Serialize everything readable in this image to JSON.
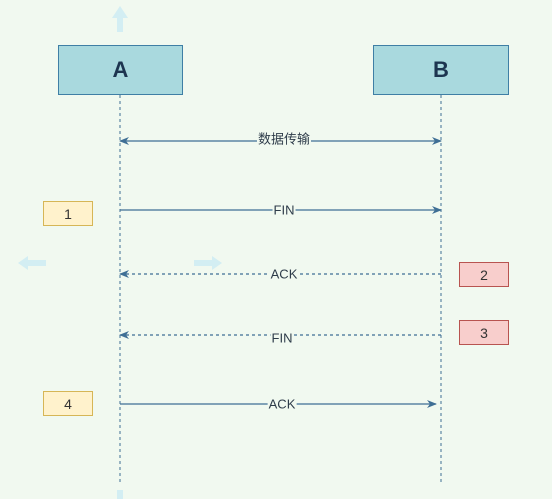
{
  "actors": {
    "a": "A",
    "b": "B"
  },
  "messages": [
    {
      "label": "数据传输",
      "direction": "both",
      "style": "solid"
    },
    {
      "label": "FIN",
      "direction": "a-to-b",
      "style": "solid"
    },
    {
      "label": "ACK",
      "direction": "b-to-a",
      "style": "dashed"
    },
    {
      "label": "FIN",
      "direction": "b-to-a",
      "style": "dashed"
    },
    {
      "label": "ACK",
      "direction": "a-to-b",
      "style": "solid"
    }
  ],
  "steps": [
    "1",
    "2",
    "3",
    "4"
  ],
  "colors": {
    "background": "#f1f9f0",
    "actor_fill": "#a9d9de",
    "actor_border": "#3f7fa5",
    "line": "#3f6f95",
    "step_yellow_fill": "#fff2cc",
    "step_yellow_border": "#d6b656",
    "step_red_fill": "#f8cecc",
    "step_red_border": "#b85450"
  }
}
